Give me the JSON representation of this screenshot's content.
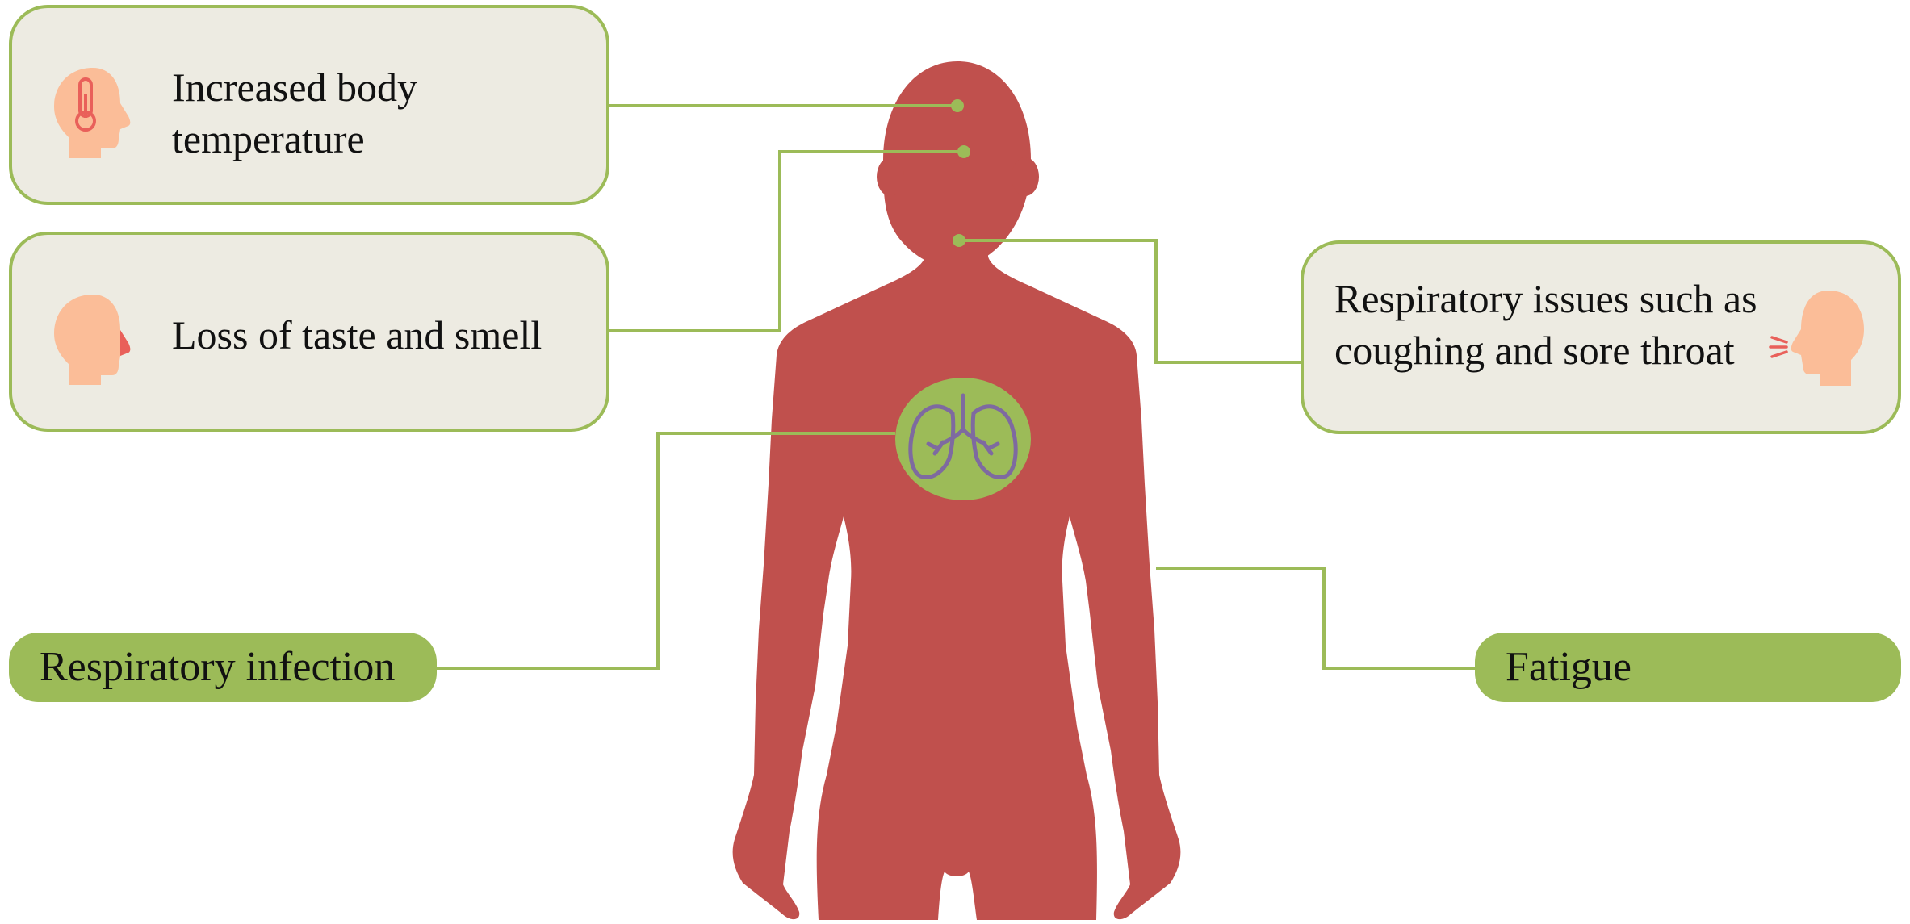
{
  "symptoms": {
    "fever": {
      "label": "Increased body temperature",
      "icon": "head-thermometer-icon"
    },
    "taste_smell": {
      "label": "Loss of taste and smell",
      "icon": "head-profile-icon"
    },
    "respiratory_issues": {
      "label": "Respiratory issues such as coughing and sore throat",
      "icon": "coughing-head-icon"
    },
    "respiratory_infection": {
      "label": "Respiratory infection"
    },
    "fatigue": {
      "label": "Fatigue"
    }
  },
  "figure": {
    "body_icon": "human-silhouette",
    "organ_icon": "lungs-icon"
  },
  "colors": {
    "body": "#c0504d",
    "accent_green": "#9cbb58",
    "card_fill": "#edebe2",
    "skin": "#fbbd98",
    "lungs_stroke": "#7e6aa0",
    "thermometer": "#e9605a"
  }
}
